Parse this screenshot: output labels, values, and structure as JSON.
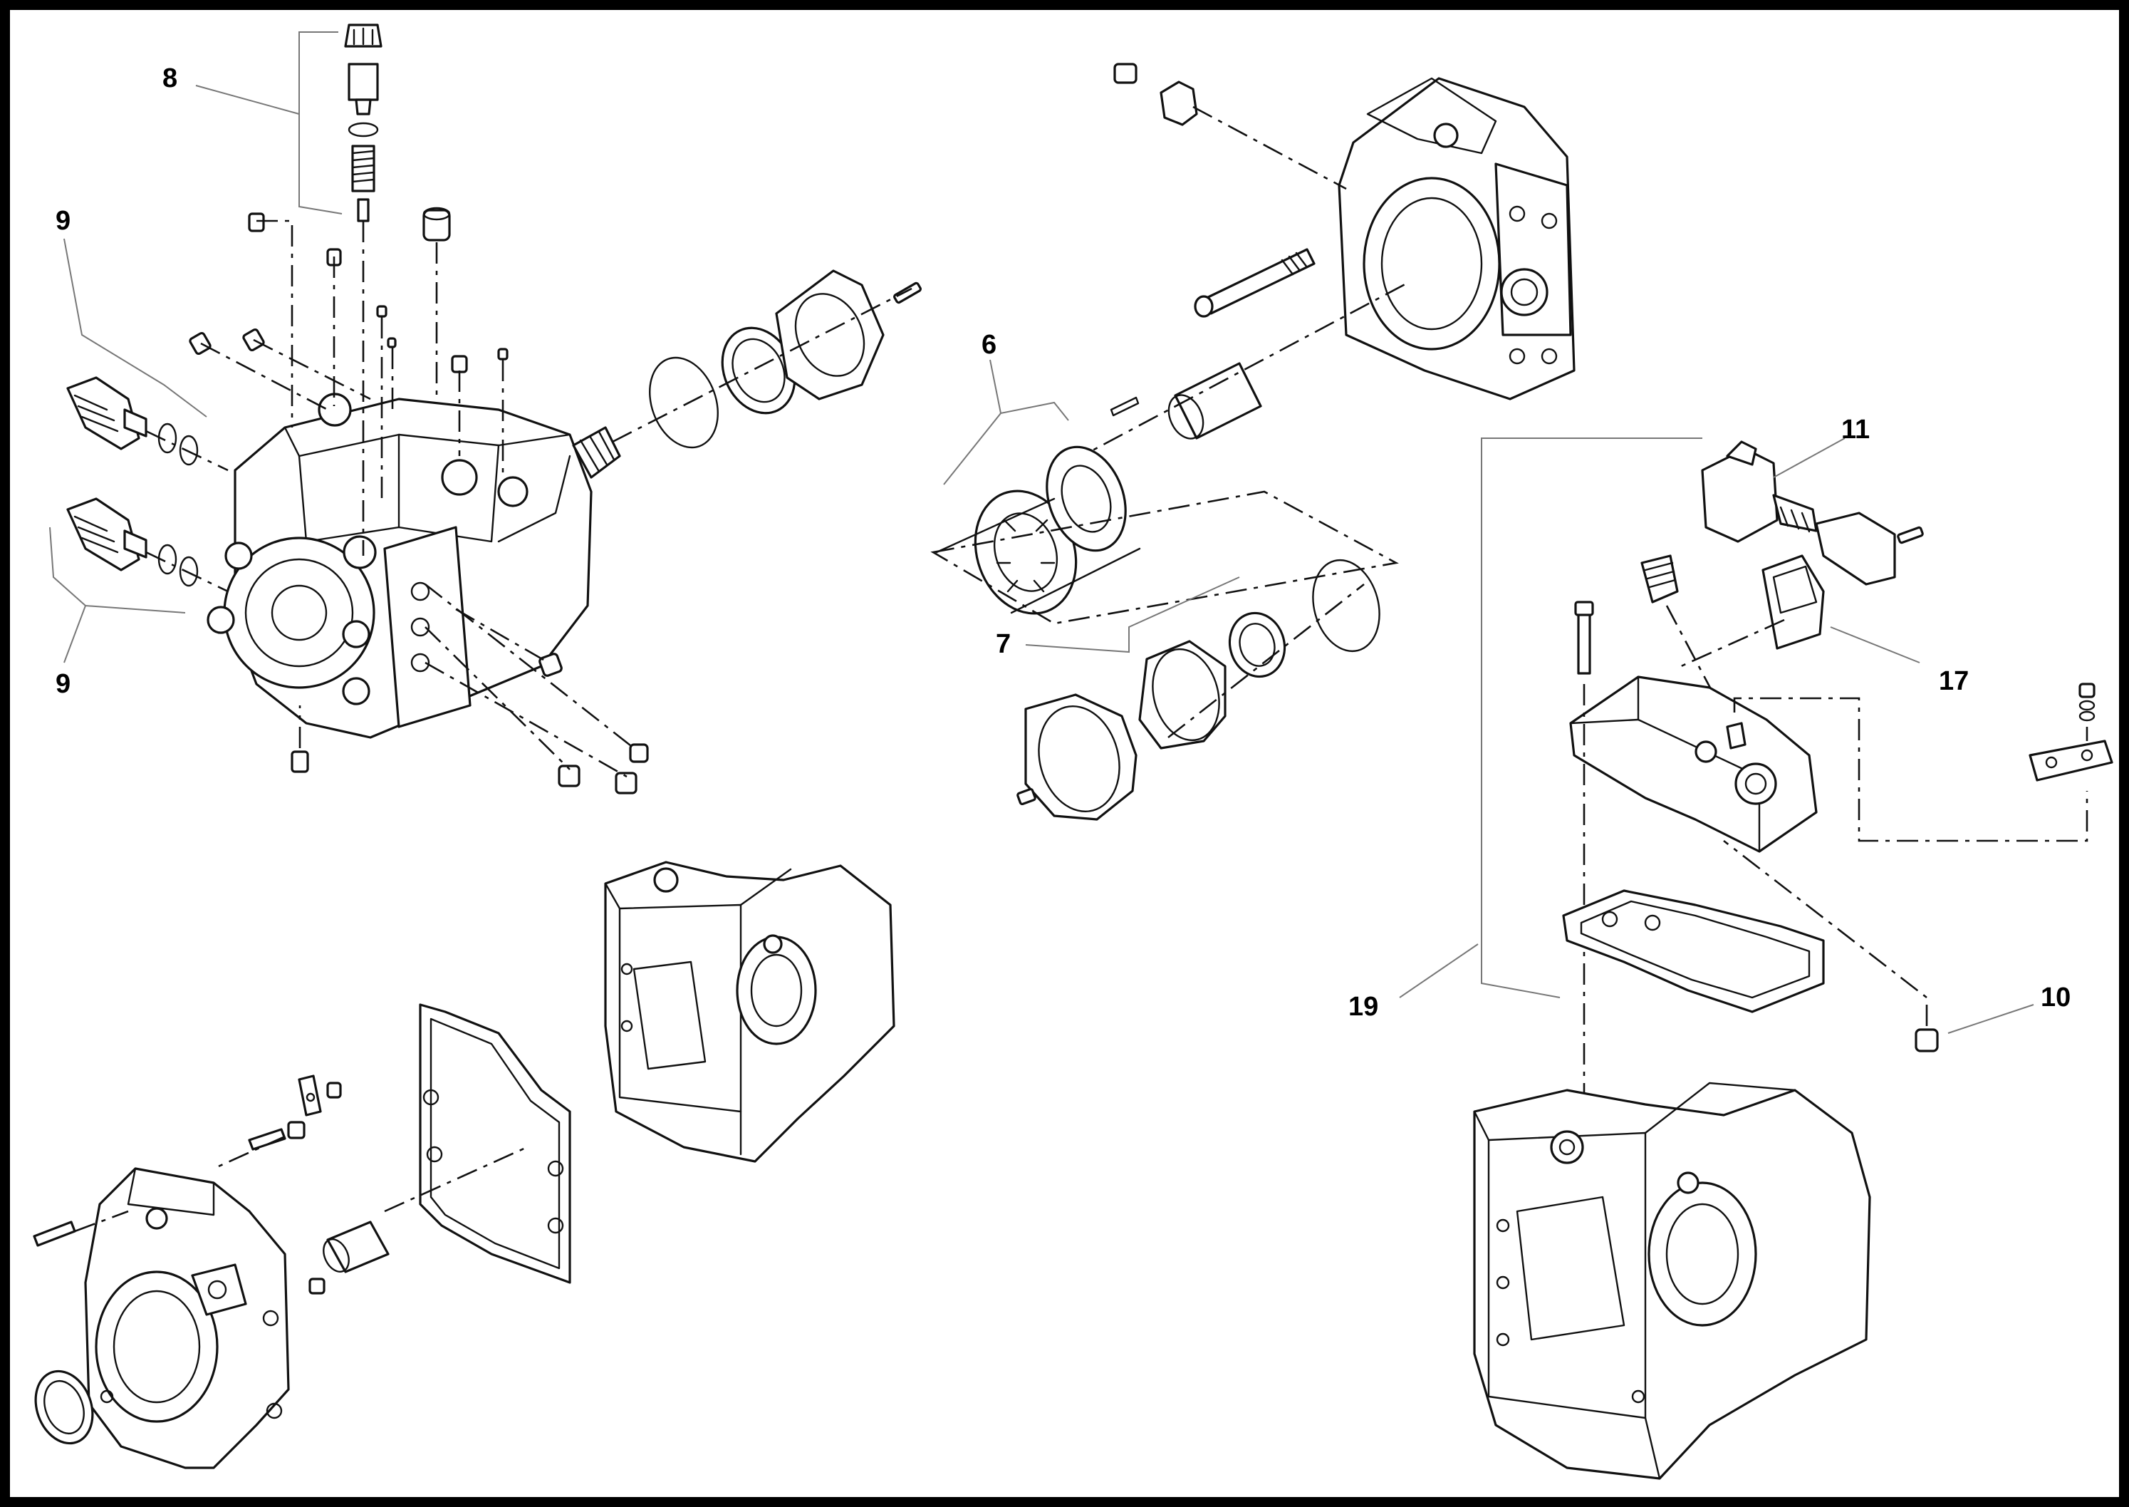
{
  "diagram": {
    "callouts": [
      {
        "id": "c8",
        "text": "8"
      },
      {
        "id": "c9a",
        "text": "9"
      },
      {
        "id": "c9b",
        "text": "9"
      },
      {
        "id": "c6",
        "text": "6"
      },
      {
        "id": "c7",
        "text": "7"
      },
      {
        "id": "c11",
        "text": "11"
      },
      {
        "id": "c17",
        "text": "17"
      },
      {
        "id": "c19",
        "text": "19"
      },
      {
        "id": "c10",
        "text": "10"
      }
    ]
  }
}
